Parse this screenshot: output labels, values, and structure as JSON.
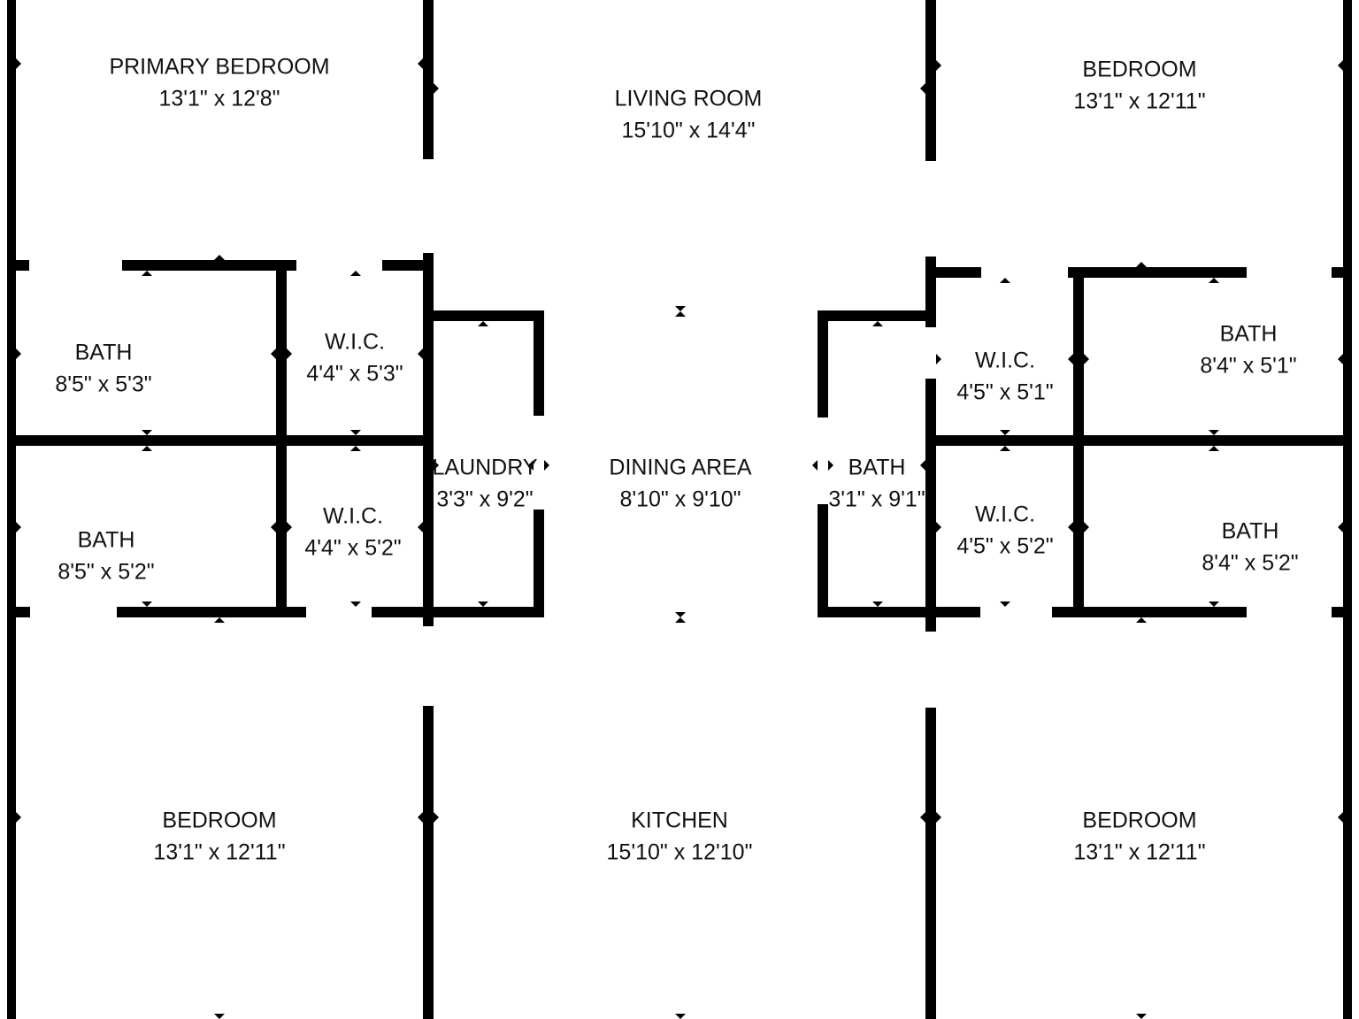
{
  "colors": {
    "wall": "#000000",
    "text": "#111111",
    "background": "#ffffff"
  },
  "rooms": [
    {
      "id": "primary-bedroom",
      "name": "PRIMARY BEDROOM",
      "dim": "13'1\" x 12'8\""
    },
    {
      "id": "living-room",
      "name": "LIVING ROOM",
      "dim": "15'10\" x 14'4\""
    },
    {
      "id": "bedroom-ne",
      "name": "BEDROOM",
      "dim": "13'1\" x 12'11\""
    },
    {
      "id": "bath-w1",
      "name": "BATH",
      "dim": "8'5\" x 5'3\""
    },
    {
      "id": "wic-w1",
      "name": "W.I.C.",
      "dim": "4'4\" x 5'3\""
    },
    {
      "id": "wic-e1",
      "name": "W.I.C.",
      "dim": "4'5\" x 5'1\""
    },
    {
      "id": "bath-e1",
      "name": "BATH",
      "dim": "8'4\" x 5'1\""
    },
    {
      "id": "laundry",
      "name": "LAUNDRY",
      "dim": "3'3\" x 9'2\""
    },
    {
      "id": "dining-area",
      "name": "DINING AREA",
      "dim": "8'10\" x 9'10\""
    },
    {
      "id": "bath-center",
      "name": "BATH",
      "dim": "3'1\" x 9'1\""
    },
    {
      "id": "bath-w2",
      "name": "BATH",
      "dim": "8'5\" x 5'2\""
    },
    {
      "id": "wic-w2",
      "name": "W.I.C.",
      "dim": "4'4\" x 5'2\""
    },
    {
      "id": "wic-e2",
      "name": "W.I.C.",
      "dim": "4'5\" x 5'2\""
    },
    {
      "id": "bath-e2",
      "name": "BATH",
      "dim": "8'4\" x 5'2\""
    },
    {
      "id": "bedroom-sw",
      "name": "BEDROOM",
      "dim": "13'1\" x 12'11\""
    },
    {
      "id": "kitchen",
      "name": "KITCHEN",
      "dim": "15'10\" x 12'10\""
    },
    {
      "id": "bedroom-se",
      "name": "BEDROOM",
      "dim": "13'1\" x 12'11\""
    }
  ]
}
